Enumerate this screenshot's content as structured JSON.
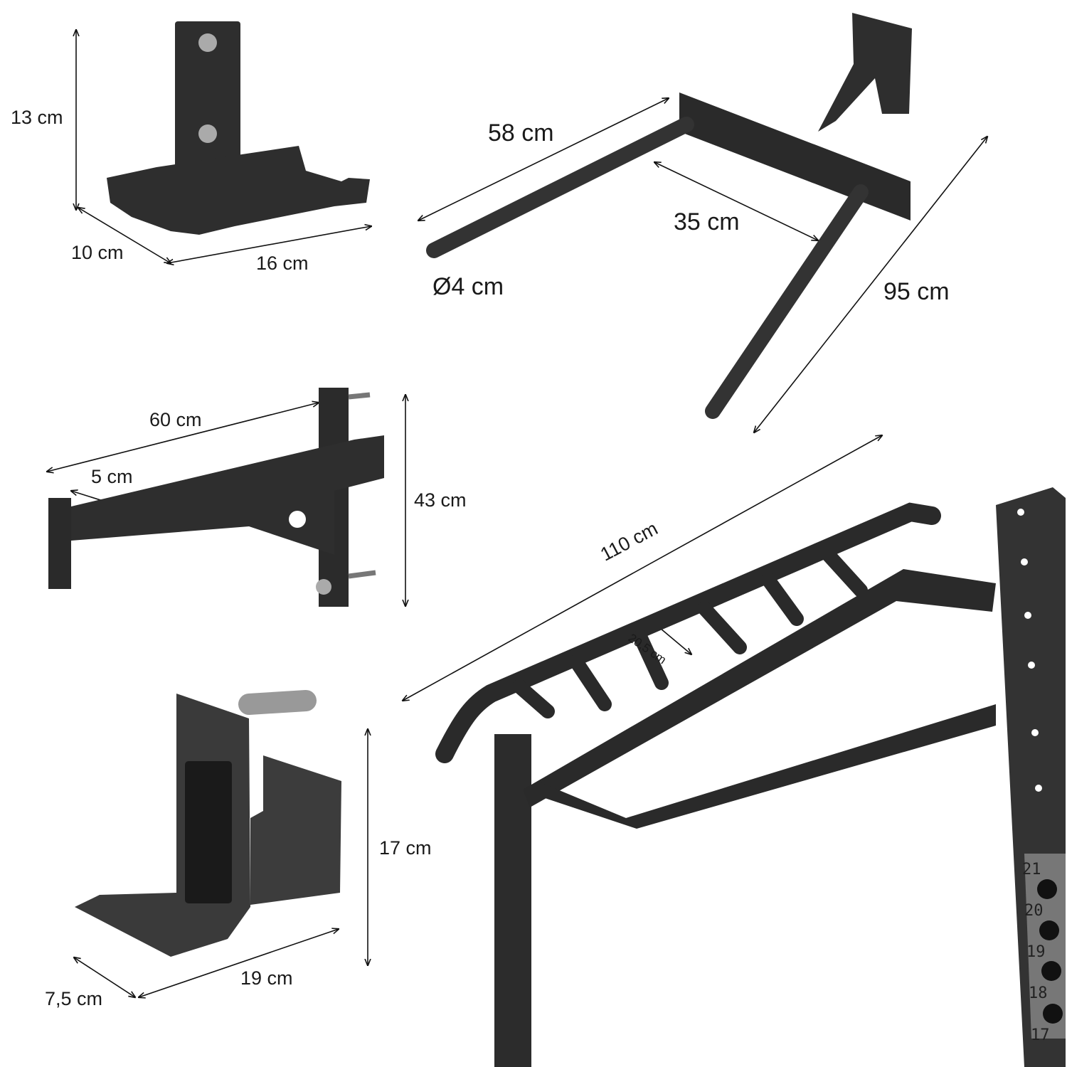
{
  "dimensions": {
    "j_hook_height": "13 cm",
    "j_hook_depth": "10 cm",
    "j_hook_width": "16 cm",
    "dip_bar_length": "58 cm",
    "dip_bar_spacing": "35 cm",
    "dip_bar_diameter": "Ø4 cm",
    "dip_bar_total": "95 cm",
    "spotter_arm_length": "60 cm",
    "spotter_arm_width": "5 cm",
    "spotter_arm_height": "43 cm",
    "pullup_bar_width": "110 cm",
    "pullup_rung_spacing": "20,5 cm",
    "bar_holder_height": "17 cm",
    "bar_holder_depth": "7,5 cm",
    "bar_holder_width": "19 cm"
  },
  "frame_numbers": [
    "21",
    "20",
    "19",
    "18",
    "17"
  ],
  "colors": {
    "metal": "#2b2b2b",
    "metal_light": "#4a4a4a",
    "text": "#1a1a1a"
  }
}
